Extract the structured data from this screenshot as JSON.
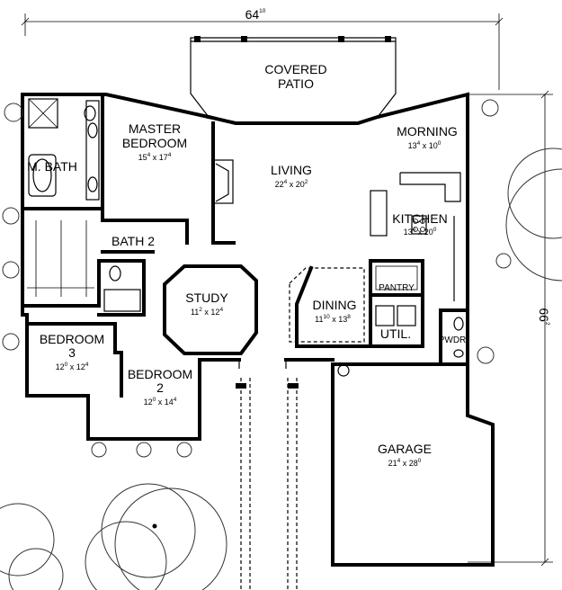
{
  "plan": {
    "overall_width": {
      "main": "64",
      "sup": "10"
    },
    "overall_depth": {
      "main": "66",
      "sup": "2"
    },
    "rooms": {
      "covered_patio": {
        "line1": "COVERED",
        "line2": "PATIO"
      },
      "master_bedroom": {
        "line1": "MASTER",
        "line2": "BEDROOM",
        "dim_a": "15",
        "dim_a_sup": "4",
        "dim_b": "17",
        "dim_b_sup": "4"
      },
      "m_bath": {
        "name": "M. BATH"
      },
      "living": {
        "name": "LIVING",
        "dim_a": "22",
        "dim_a_sup": "4",
        "dim_b": "20",
        "dim_b_sup": "2"
      },
      "morning": {
        "name": "MORNING",
        "dim_a": "13",
        "dim_a_sup": "4",
        "dim_b": "10",
        "dim_b_sup": "0"
      },
      "kitchen": {
        "name": "KITCHEN",
        "dim_a": "13",
        "dim_a_sup": "4",
        "dim_b": "20",
        "dim_b_sup": "0"
      },
      "bath_2": {
        "name": "BATH 2"
      },
      "study": {
        "name": "STUDY",
        "dim_a": "11",
        "dim_a_sup": "2",
        "dim_b": "12",
        "dim_b_sup": "4"
      },
      "pantry": {
        "name": "PANTRY"
      },
      "dining": {
        "name": "DINING",
        "dim_a": "11",
        "dim_a_sup": "10",
        "dim_b": "13",
        "dim_b_sup": "8"
      },
      "util": {
        "name": "UTIL."
      },
      "pwdr": {
        "name": "PWDR"
      },
      "bedroom_3": {
        "line1": "BEDROOM",
        "line2": "3",
        "dim_a": "12",
        "dim_a_sup": "0",
        "dim_b": "12",
        "dim_b_sup": "4"
      },
      "bedroom_2": {
        "line1": "BEDROOM",
        "line2": "2",
        "dim_a": "12",
        "dim_a_sup": "0",
        "dim_b": "14",
        "dim_b_sup": "4"
      },
      "garage": {
        "name": "GARAGE",
        "dim_a": "21",
        "dim_a_sup": "4",
        "dim_b": "28",
        "dim_b_sup": "0"
      }
    }
  }
}
